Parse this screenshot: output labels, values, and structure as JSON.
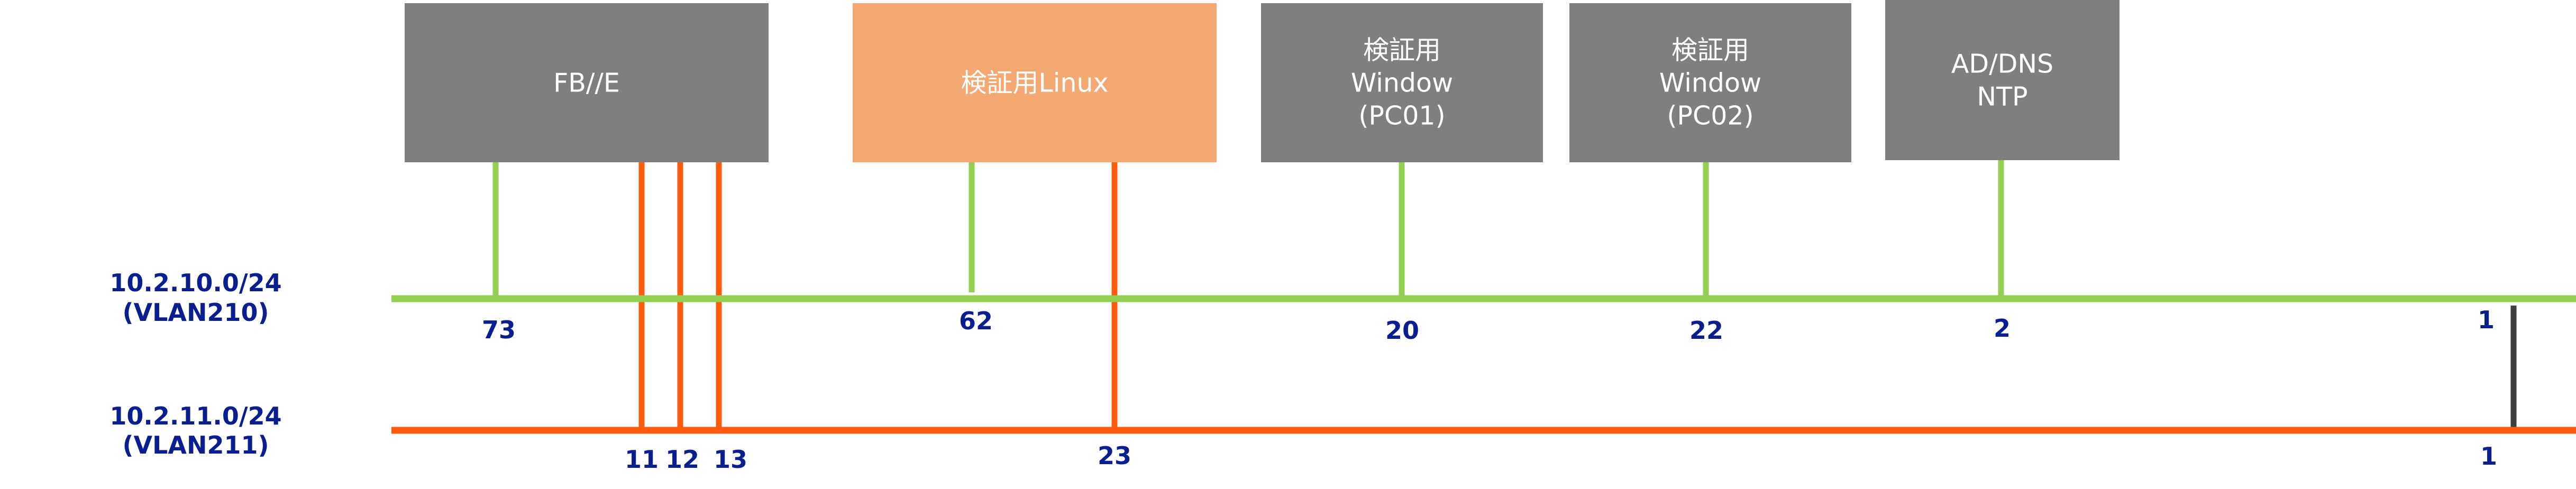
{
  "colors": {
    "box_gray": "#7f7f7f",
    "box_linux": "#f4a872",
    "vlan210_line": "#92d050",
    "vlan211_line": "#ff5b0f",
    "router_link": "#3f3f3f",
    "label_text": "#0a1f8f",
    "box_text": "#ffffff"
  },
  "networks": [
    {
      "id": "vlan210",
      "cidr": "10.2.10.0/24",
      "vlan": "(VLAN210)"
    },
    {
      "id": "vlan211",
      "cidr": "10.2.11.0/24",
      "vlan": "(VLAN211)"
    }
  ],
  "hosts": [
    {
      "id": "fbe",
      "lines": [
        "FB//E"
      ],
      "style": "gray",
      "ports": [
        {
          "net": "vlan210",
          "label": "73"
        },
        {
          "net": "vlan211",
          "label": "11"
        },
        {
          "net": "vlan211",
          "label": "12"
        },
        {
          "net": "vlan211",
          "label": "13"
        }
      ]
    },
    {
      "id": "linux",
      "lines": [
        "検証用Linux"
      ],
      "style": "linux",
      "ports": [
        {
          "net": "vlan210",
          "label": "62"
        },
        {
          "net": "vlan211",
          "label": "23"
        }
      ]
    },
    {
      "id": "pc01",
      "lines": [
        "検証用",
        "Window",
        "(PC01)"
      ],
      "style": "gray",
      "ports": [
        {
          "net": "vlan210",
          "label": "20"
        }
      ]
    },
    {
      "id": "pc02",
      "lines": [
        "検証用",
        "Window",
        "(PC02)"
      ],
      "style": "gray",
      "ports": [
        {
          "net": "vlan210",
          "label": "22"
        }
      ]
    },
    {
      "id": "addns",
      "lines": [
        "AD/DNS",
        "NTP"
      ],
      "style": "gray",
      "ports": [
        {
          "net": "vlan210",
          "label": "2"
        }
      ]
    }
  ],
  "router": {
    "ports": [
      {
        "net": "vlan210",
        "label": "1"
      },
      {
        "net": "vlan211",
        "label": "1"
      }
    ]
  }
}
